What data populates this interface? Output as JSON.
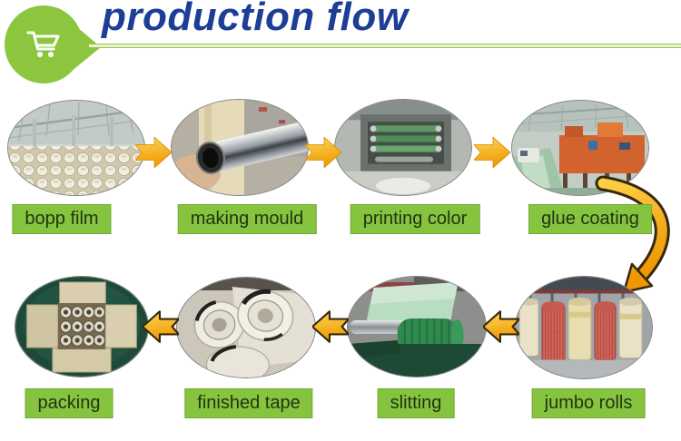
{
  "header": {
    "title": "production flow",
    "badge_icon": "shopping-cart-icon"
  },
  "steps": {
    "row1": [
      "bopp film",
      "making mould",
      "printing color",
      "glue coating"
    ],
    "row2": [
      "packing",
      "finished tape",
      "slitting",
      "jumbo rolls"
    ]
  },
  "flow_order": [
    "bopp film",
    "making mould",
    "printing color",
    "glue coating",
    "jumbo rolls",
    "slitting",
    "finished tape",
    "packing"
  ],
  "icons": [
    "shopping-cart-icon",
    "arrow-right-icon",
    "arrow-left-icon",
    "curved-arrow-down-icon"
  ],
  "colors": {
    "accent_green": "#8cc63f",
    "label_green": "#86c440",
    "label_text": "#203510",
    "title_blue": "#1c3e96",
    "arrow_gold_light": "#ffd65a",
    "arrow_gold_dark": "#ef9a02",
    "arrow_outline": "#35290a"
  }
}
